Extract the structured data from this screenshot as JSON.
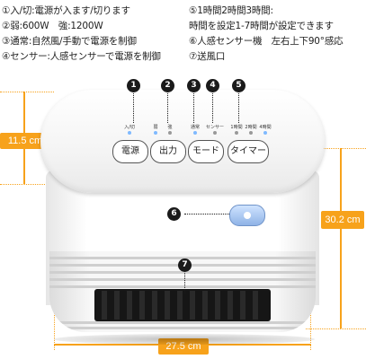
{
  "legend_left": [
    "①入/切:電源が入ます/切ります",
    "②弱:600W　強:1200W",
    "③通常:自然風/手動で電源を制御",
    "④センサー:人感センサーで電源を制御"
  ],
  "legend_right": [
    "⑤1時間2時間3時間:",
    "時間を設定1-7時間が設定できます",
    "⑥人感センサー機　左右上下90°感応",
    "⑦送風口"
  ],
  "markers": [
    "1",
    "2",
    "3",
    "4",
    "5",
    "6",
    "7"
  ],
  "buttons": [
    "電源",
    "出力",
    "モード",
    "タイマー"
  ],
  "small_labels": {
    "power": "入/切",
    "weak": "弱",
    "strong": "強",
    "normal": "通常",
    "sensor": "センサー",
    "h1": "1時間",
    "h2": "2時間",
    "h4": "4時間"
  },
  "dimensions": {
    "height_top": "11.5 cm",
    "height_total": "30.2 cm",
    "width": "27.5 cm"
  },
  "colors": {
    "accent": "#f7a21b",
    "marker": "#1a1a1a",
    "led": "#7fb9ff"
  }
}
